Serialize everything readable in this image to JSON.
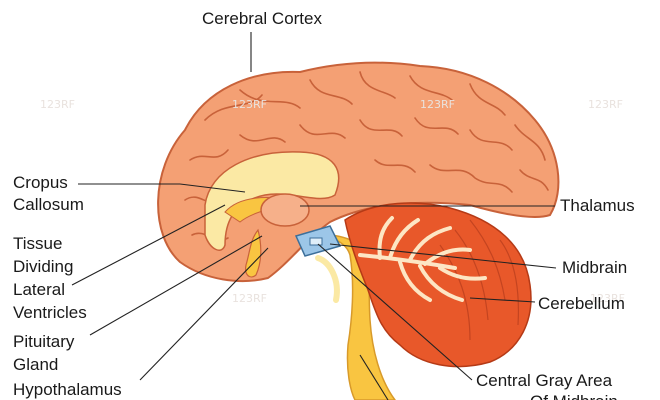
{
  "labels": {
    "cerebral_cortex": "Cerebral Cortex",
    "cropus_callosum_1": "Cropus",
    "cropus_callosum_2": "Callosum",
    "tissue_1": "Tissue",
    "tissue_2": "Dividing",
    "tissue_3": "Lateral",
    "tissue_4": "Ventricles",
    "pituitary_1": "Pituitary",
    "pituitary_2": "Gland",
    "hypothalamus": "Hypothalamus",
    "thalamus": "Thalamus",
    "midbrain": "Midbrain",
    "cerebellum": "Cerebellum",
    "central_gray_1": "Central Gray Area",
    "central_gray_2": "Of Midbrain"
  },
  "watermark": {
    "text": "123RF"
  },
  "colors": {
    "cortex": "#f4a074",
    "cortex_outline": "#c8623a",
    "corpus_callosum": "#fbe9a4",
    "thalamus": "#f6b08a",
    "midbrain": "#9cc6e8",
    "brainstem": "#f9c541",
    "cerebellum": "#e8582a",
    "cerebellum_arbor": "#fde6c4",
    "leader_line": "#222222"
  }
}
